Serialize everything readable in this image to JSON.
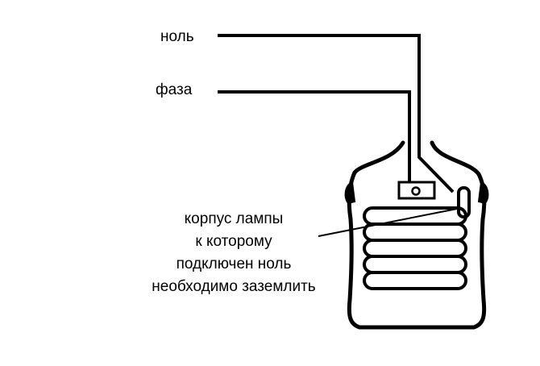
{
  "labels": {
    "neutral": "ноль",
    "phase": "фаза"
  },
  "note": {
    "lines": [
      "корпус лампы",
      "к которому",
      "подключен ноль",
      "необходимо заземлить"
    ]
  },
  "colors": {
    "ink": "#000000",
    "background": "#ffffff"
  }
}
